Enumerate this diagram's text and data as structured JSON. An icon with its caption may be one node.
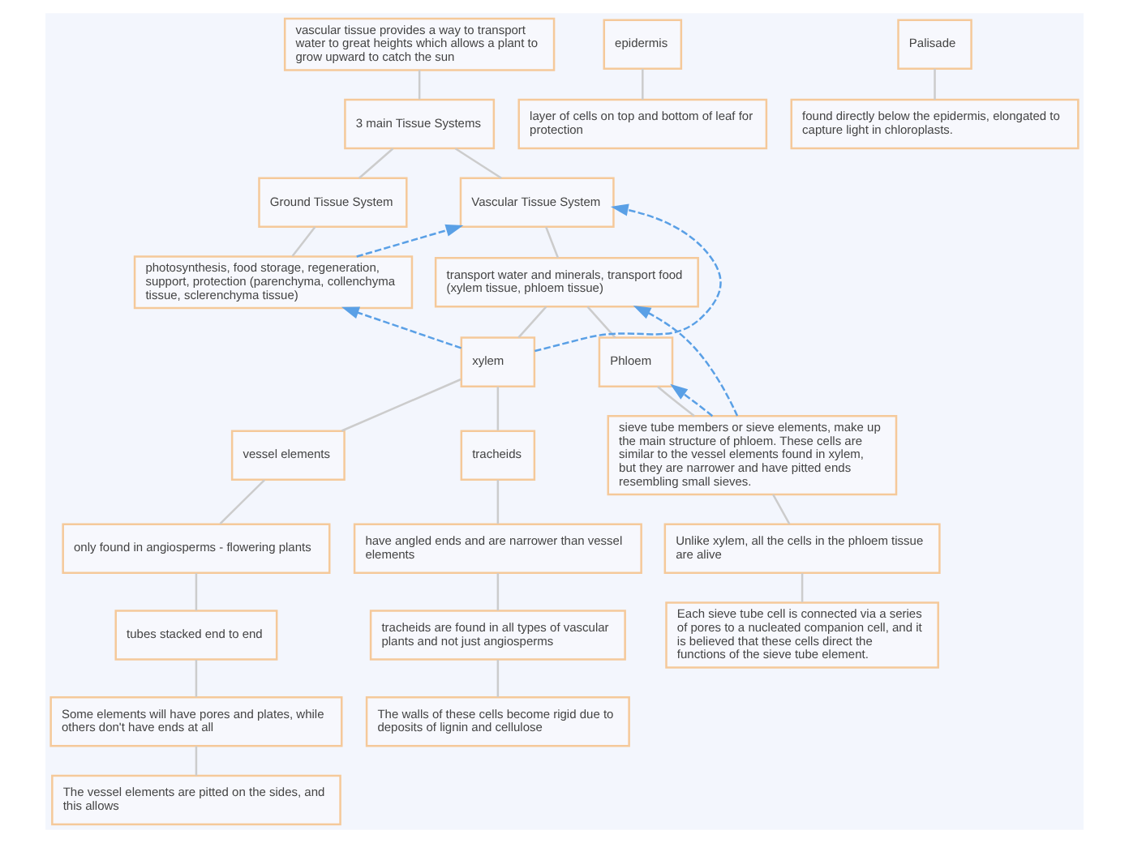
{
  "diagram": {
    "nodes": [
      {
        "text": [
          "vascular tissue provides a way to transport water to great heights which allows a plant to grow upward to catch the sun"
        ]
      },
      {
        "text": [
          "3 main Tissue Systems"
        ]
      },
      {
        "text": [
          "Ground Tissue System"
        ]
      },
      {
        "text": [
          "photosynthesis, food storage, regeneration, support, protection (parenchyma, collenchyma tissue, sclerenchyma tissue)"
        ]
      },
      {
        "text": [
          "Vascular Tissue System"
        ]
      },
      {
        "text": [
          "transport water and minerals, transport food (xylem tissue, phloem tissue)"
        ]
      },
      {
        "text": [
          "xylem"
        ]
      },
      {
        "text": [
          "Phloem"
        ]
      },
      {
        "text": [
          "vessel elements"
        ]
      },
      {
        "text": [
          "tracheids"
        ]
      },
      {
        "text": [
          "only found in angiosperms - flowering plants"
        ]
      },
      {
        "text": [
          "tubes stacked end to end"
        ]
      },
      {
        "text": [
          "Some elements will have pores and plates, while others don't have ends at all"
        ]
      },
      {
        "text": [
          "The vessel elements are pitted on the sides, and this allows"
        ]
      },
      {
        "text": [
          "have angled ends and are narrower than vessel elements"
        ]
      },
      {
        "text": [
          "tracheids are found in all types of vascular plants and not just angiosperms"
        ]
      },
      {
        "text": [
          "The walls of these cells become rigid due to deposits of lignin and cellulose"
        ]
      },
      {
        "text": [
          "sieve tube members or sieve elements, make up the main structure of phloem. These cells are similar to the vessel elements found in xylem, but they are narrower and have pitted ends resembling small sieves."
        ]
      },
      {
        "text": [
          "Unlike xylem, all the cells in the phloem tissue are alive"
        ]
      },
      {
        "text": [
          "Each sieve tube cell is connected via a series of pores to a nucleated companion cell, and it is believed that these cells direct the functions of the sieve tube element."
        ]
      },
      {
        "text": [
          "epidermis"
        ]
      },
      {
        "text": [
          "layer of cells on top and bottom of leaf for protection"
        ]
      },
      {
        "text": [
          "Palisade"
        ]
      },
      {
        "text": [
          "found directly below the epidermis, elongated to capture light in chloroplasts."
        ]
      }
    ],
    "edges": [
      {
        "from": 0,
        "to": 1,
        "arrow": "none"
      },
      {
        "from": 1,
        "to": 2,
        "arrow": "none"
      },
      {
        "from": 1,
        "to": 4,
        "arrow": "none"
      },
      {
        "from": 2,
        "to": 3,
        "arrow": "none"
      },
      {
        "from": 4,
        "to": 5,
        "arrow": "none"
      },
      {
        "from": 5,
        "to": 6,
        "arrow": "none"
      },
      {
        "from": 5,
        "to": 7,
        "arrow": "none"
      },
      {
        "from": 6,
        "to": 8,
        "arrow": "none"
      },
      {
        "from": 6,
        "to": 9,
        "arrow": "none"
      },
      {
        "from": 8,
        "to": 10,
        "arrow": "none"
      },
      {
        "from": 10,
        "to": 11,
        "arrow": "none"
      },
      {
        "from": 11,
        "to": 12,
        "arrow": "none"
      },
      {
        "from": 12,
        "to": 13,
        "arrow": "none"
      },
      {
        "from": 9,
        "to": 14,
        "arrow": "none"
      },
      {
        "from": 14,
        "to": 15,
        "arrow": "none"
      },
      {
        "from": 15,
        "to": 16,
        "arrow": "none"
      },
      {
        "from": 7,
        "to": 17,
        "arrow": "none"
      },
      {
        "from": 17,
        "to": 18,
        "arrow": "none"
      },
      {
        "from": 18,
        "to": 19,
        "arrow": "none"
      },
      {
        "from": 20,
        "to": 21,
        "arrow": "none"
      },
      {
        "from": 22,
        "to": 23,
        "arrow": "none"
      },
      {
        "from": 6,
        "to": 4,
        "arrow": "to",
        "style": "dashed",
        "color": "#5aa0e6"
      },
      {
        "from": 3,
        "to": 4,
        "arrow": "to",
        "style": "dashed",
        "color": "#5aa0e6"
      },
      {
        "from": 6,
        "to": 3,
        "arrow": "to",
        "style": "dashed",
        "color": "#5aa0e6"
      },
      {
        "from": 17,
        "to": 7,
        "arrow": "to",
        "style": "dashed",
        "color": "#5aa0e6"
      },
      {
        "from": 17,
        "to": 5,
        "arrow": "to",
        "style": "dashed",
        "color": "#5aa0e6"
      }
    ]
  }
}
